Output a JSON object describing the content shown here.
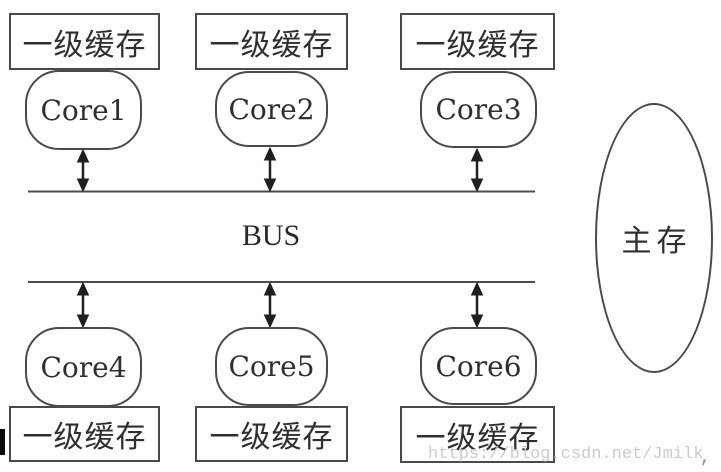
{
  "colors": {
    "stroke": "#4a4a4a",
    "text": "#2f2f2f",
    "watermark": "#cbcbcb"
  },
  "top_row": {
    "cache_labels": [
      "一级缓存",
      "一级缓存",
      "一级缓存"
    ],
    "core_labels": [
      "Core1",
      "Core2",
      "Core3"
    ]
  },
  "bus_label": "BUS",
  "bottom_row": {
    "core_labels": [
      "Core4",
      "Core5",
      "Core6"
    ],
    "cache_labels": [
      "一级缓存",
      "一级缓存",
      "一级缓存"
    ]
  },
  "main_memory_label": "主存",
  "watermark": {
    "url_text": "https://blog.csdn.net/Jmilk",
    "trailing_mark": ","
  }
}
